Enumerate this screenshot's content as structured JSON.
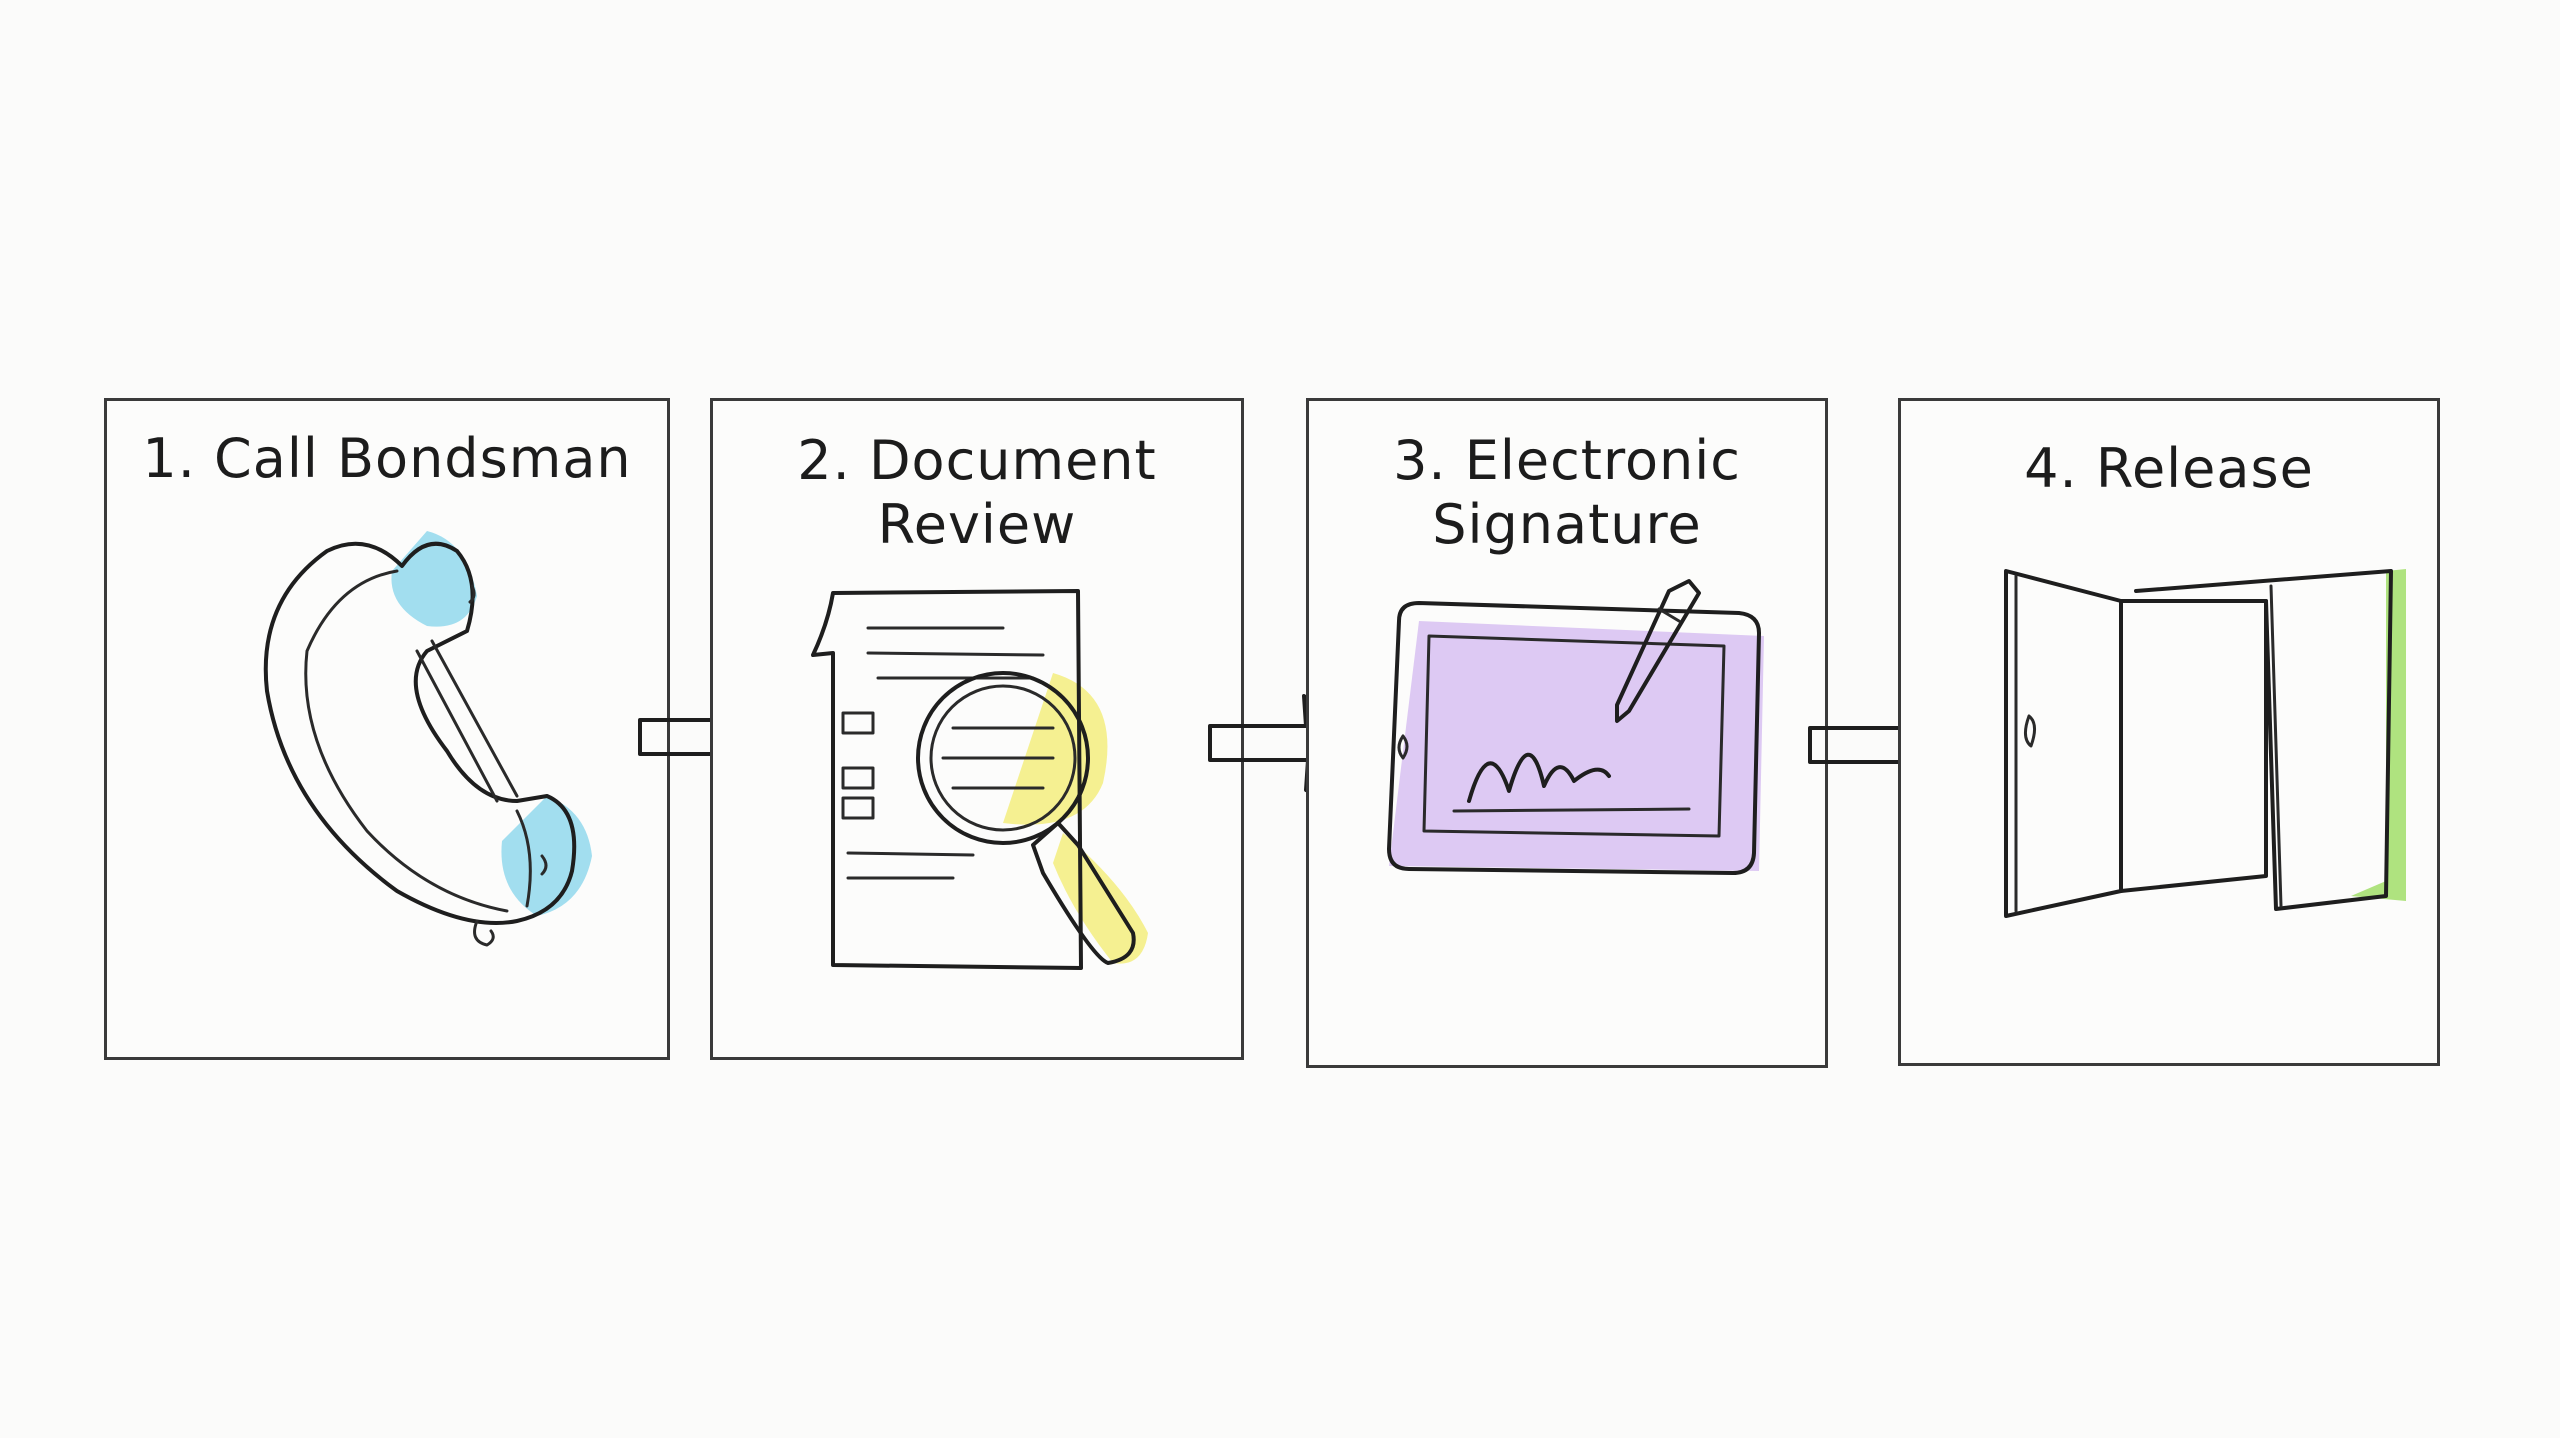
{
  "steps": [
    {
      "label": "1. Call Bondsman",
      "icon": "phone-handset-icon",
      "accent": "#58c4e6"
    },
    {
      "label": "2. Document Review",
      "line1": "2. Document",
      "line2": "Review",
      "icon": "magnifying-glass-document-icon",
      "accent": "#eee63a"
    },
    {
      "label": "3. Electronic Signature",
      "line1": "3. Electronic",
      "line2": "Signature",
      "icon": "tablet-signature-icon",
      "accent": "#b98be8"
    },
    {
      "label": "4. Release",
      "icon": "open-door-icon",
      "accent": "#8fd84a"
    }
  ],
  "arrow_icon": "right-arrow-icon"
}
